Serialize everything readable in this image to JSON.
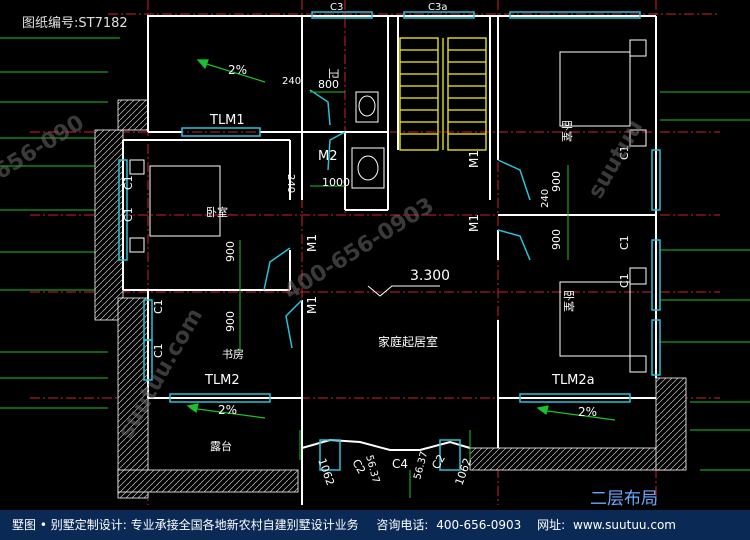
{
  "drawing_id": "图纸编号:ST7182",
  "plan_title": "二层布局",
  "elevation": "3.300",
  "rooms": {
    "bedroom_left": "卧室",
    "bedroom_right_top": "卧室",
    "bedroom_right_bottom": "卧室",
    "living": "家庭起居室",
    "study": "书房",
    "terrace": "露台",
    "wc": "卫"
  },
  "labels": {
    "tlm1": "TLM1",
    "tlm2": "TLM2",
    "tlm2a": "TLM2a",
    "m2": "M2",
    "m1_a": "M1",
    "m1_b": "M1",
    "m1_c": "M1",
    "m1_d": "M1",
    "c1_a": "C1",
    "c1_b": "C1",
    "c1_c": "C1",
    "c1_d": "C1",
    "c1_e": "C1",
    "c1_f": "C1",
    "c1_g": "C1",
    "c2_a": "C2",
    "c2_b": "C2",
    "c4": "C4",
    "c3": "C3",
    "c3a": "C3a"
  },
  "dims": {
    "d800": "800",
    "d1000": "1000",
    "d240_a": "240",
    "d240_b": "240",
    "d240_c": "240",
    "d900_a": "900",
    "d900_b": "900",
    "d900_c": "900",
    "d900_d": "900",
    "d1062_a": "1062",
    "d1062_b": "1062",
    "d5637_a": "56.37",
    "d5637_b": "56.37",
    "slope_a": "2%",
    "slope_b": "2%",
    "slope_c": "2%"
  },
  "watermarks": {
    "phone_a": "400-656-0903",
    "phone_b": "656-090",
    "site_a": "suutuu",
    "site_b": "suutuu.com"
  },
  "footer": {
    "company": "墅图 • 别墅定制设计: 专业承接全国各地新农村自建别墅设计业务",
    "phone_label": "咨询电话:",
    "phone": "400-656-0903",
    "site_label": "网址:",
    "site": "www.suutuu.com"
  },
  "colors": {
    "wall": "#ffffff",
    "grid": "#d0202a",
    "window": "#27c3d9",
    "stair": "#f2f21a",
    "dim": "#19c22a",
    "footer_bg": "#0a2a55",
    "title": "#6aa8ff"
  }
}
